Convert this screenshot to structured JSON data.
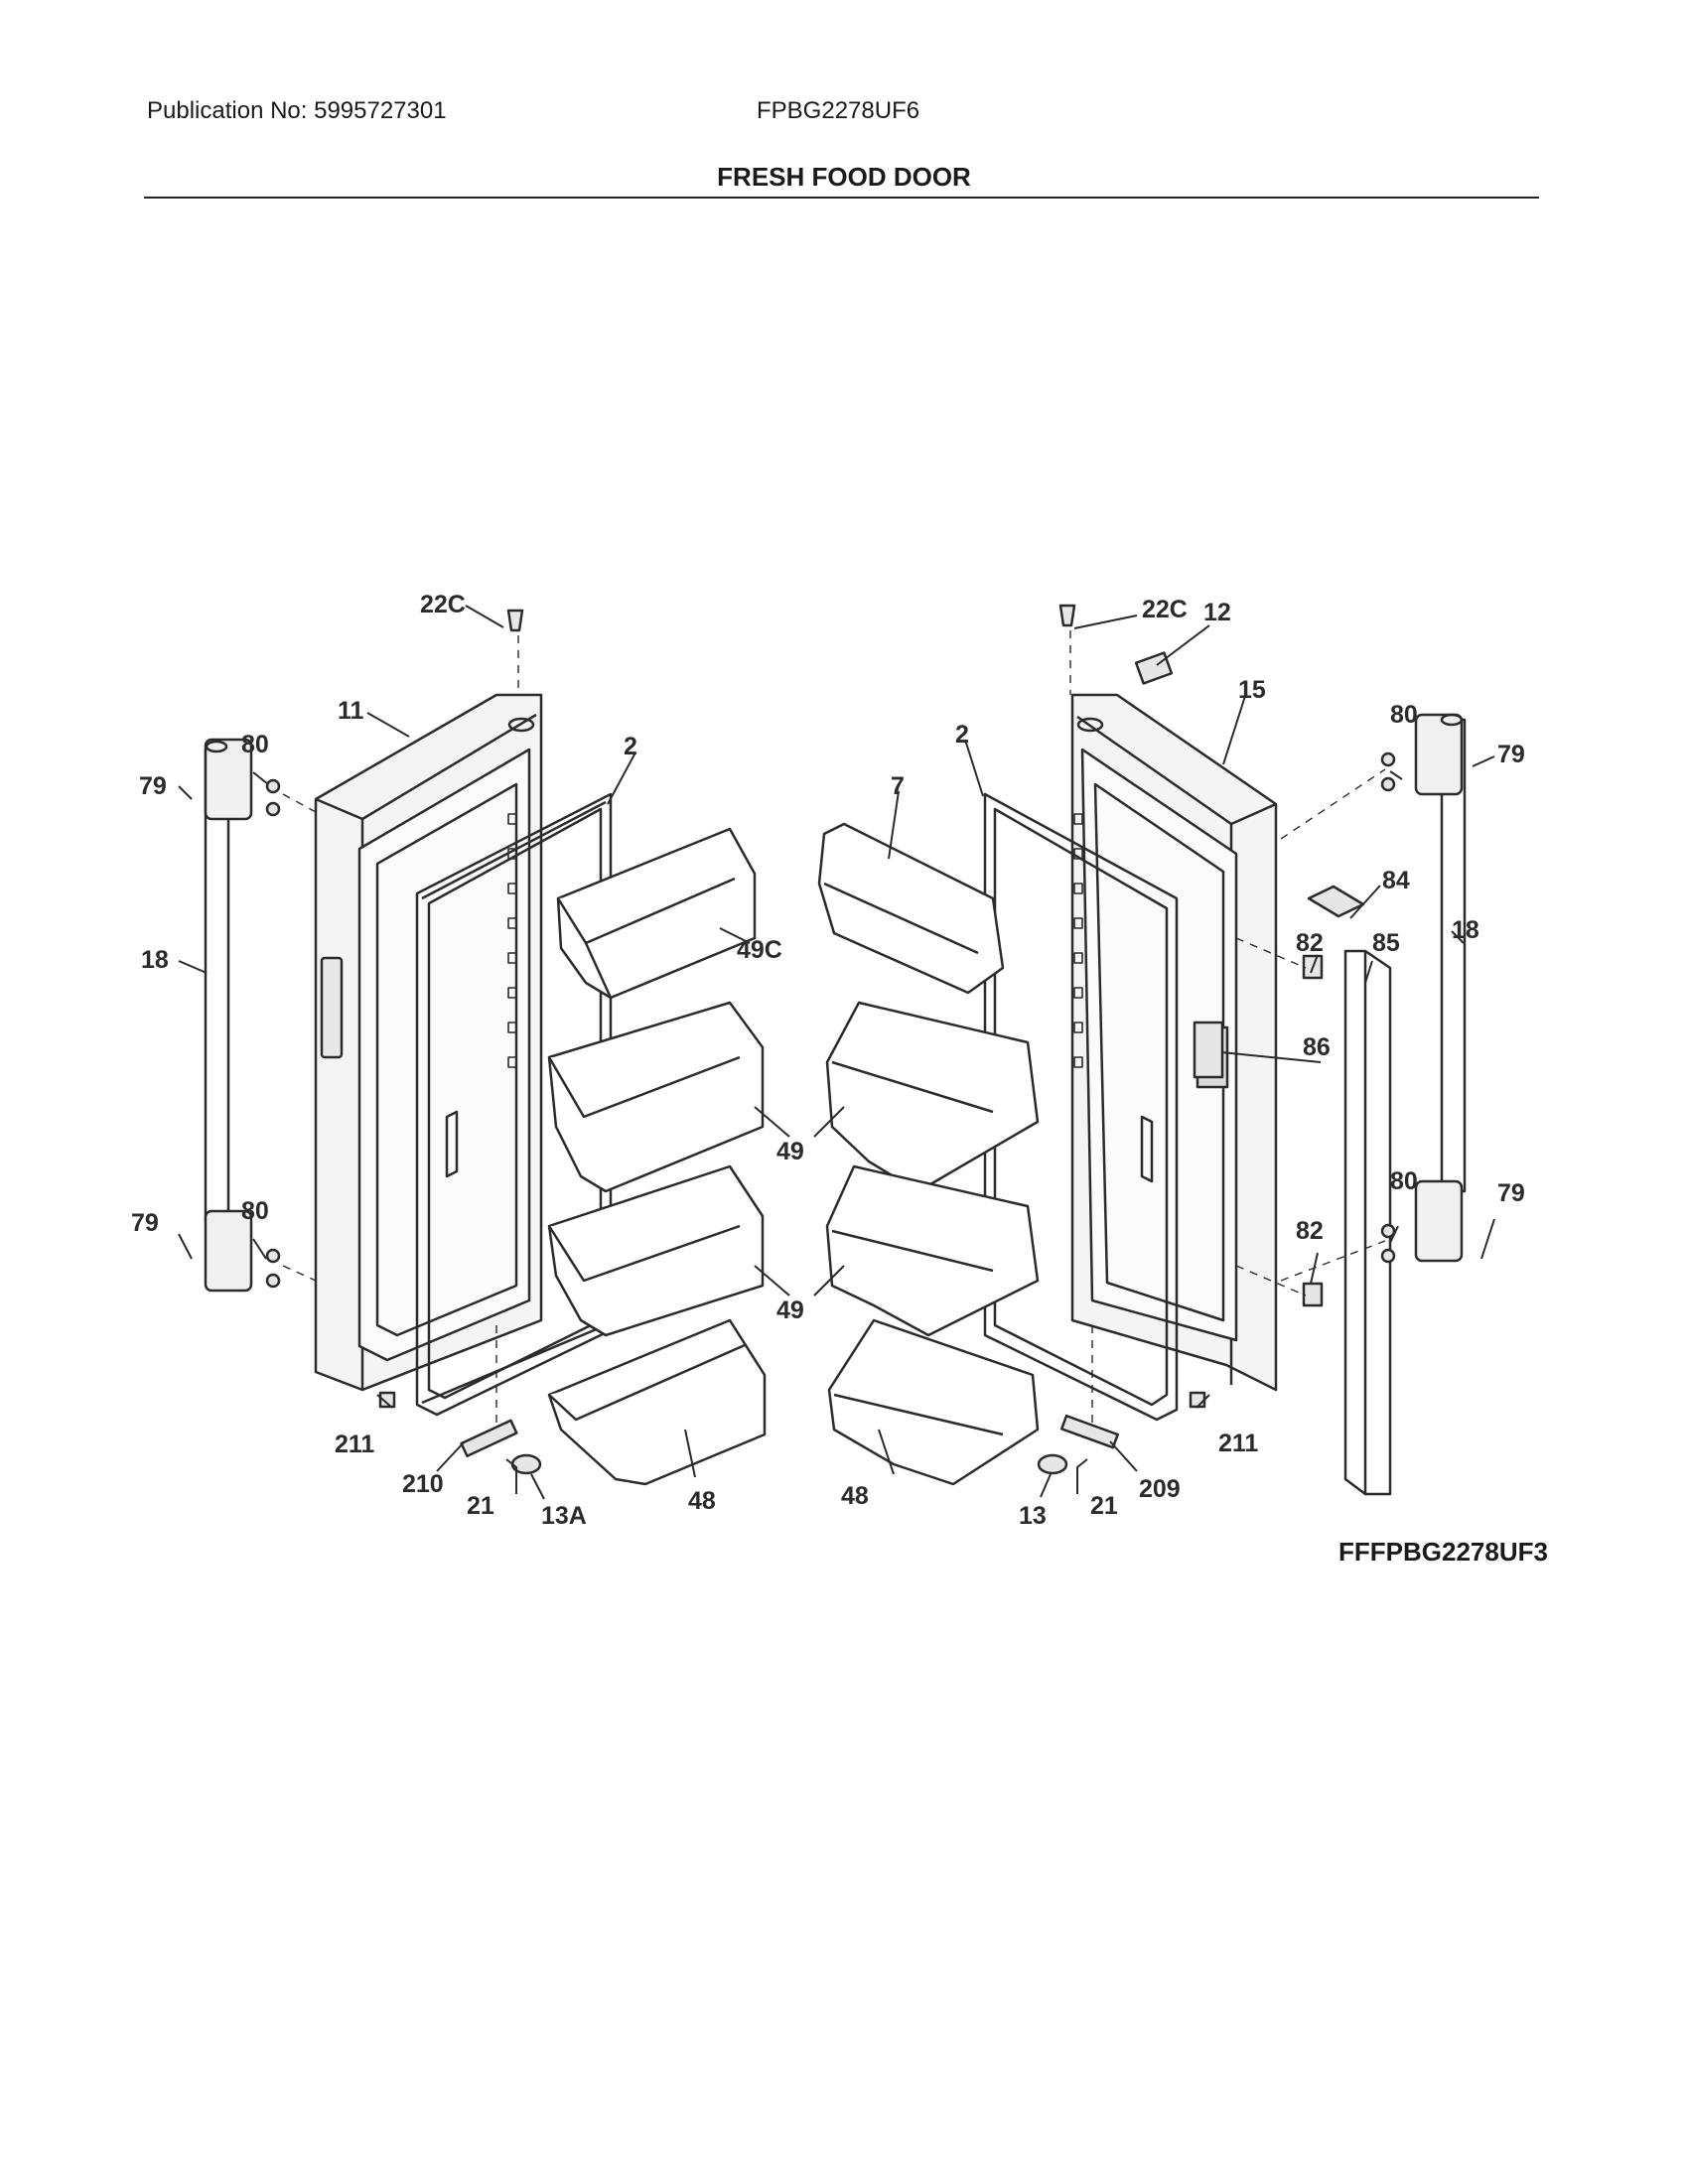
{
  "header": {
    "publication": "Publication No: 5995727301",
    "model": "FPBG2278UF6",
    "title": "FRESH FOOD DOOR"
  },
  "figure_id": "FFFPBG2278UF3",
  "callouts": {
    "c1": "22C",
    "c2": "22C",
    "c3": "12",
    "c4": "11",
    "c5": "15",
    "c6": "2",
    "c7": "2",
    "c8": "7",
    "c9": "80",
    "c10": "80",
    "c11": "79",
    "c12": "79",
    "c13": "18",
    "c14": "18",
    "c15": "84",
    "c16": "82",
    "c17": "85",
    "c18": "49C",
    "c19": "86",
    "c20": "49",
    "c21": "49",
    "c22": "79",
    "c23": "80",
    "c24": "80",
    "c25": "79",
    "c26": "82",
    "c27": "211",
    "c28": "211",
    "c29": "210",
    "c30": "209",
    "c31": "21",
    "c32": "21",
    "c33": "13A",
    "c34": "13",
    "c35": "48",
    "c36": "48"
  }
}
